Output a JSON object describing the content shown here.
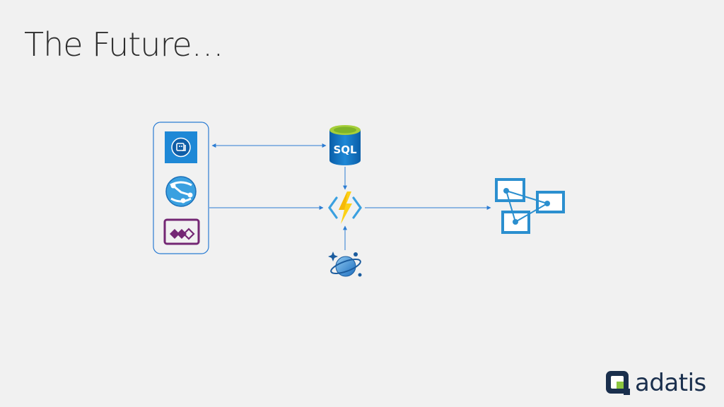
{
  "slide": {
    "title": "The Future…"
  },
  "nodes": {
    "left_group": {
      "items": [
        {
          "icon": "azure-bot-service-icon"
        },
        {
          "icon": "azure-app-service-icon"
        },
        {
          "icon": "powerapps-icon"
        }
      ]
    },
    "sql": {
      "icon": "sql-database-icon",
      "label": "SQL"
    },
    "functions": {
      "icon": "azure-functions-icon"
    },
    "cosmos": {
      "icon": "cosmos-db-icon"
    },
    "graph": {
      "icon": "network-graph-icon"
    }
  },
  "logo": {
    "text": "adatis"
  },
  "colors": {
    "background": "#f1f1f1",
    "title": "#2e2e2e",
    "connector": "#2b7cd3",
    "group_border": "#2b7cd3",
    "azure_blue": "#1e88d6",
    "power_purple": "#742774",
    "functions_yellow": "#fcd116",
    "logo_navy": "#1a2f4d",
    "logo_green": "#8cc63f"
  }
}
